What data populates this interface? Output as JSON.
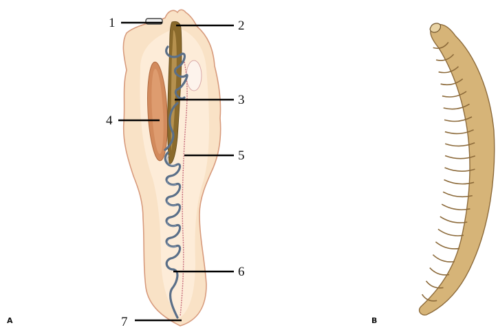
{
  "panels": {
    "a": "A",
    "b": "B"
  },
  "labels": [
    "1",
    "2",
    "3",
    "4",
    "5",
    "6",
    "7"
  ],
  "colors": {
    "body_fill": "#f9e2c6",
    "body_stroke": "#c9866a",
    "ovary": "#d28a5c",
    "gut": "#8a6a2c",
    "nerve": "#5a6f88",
    "uterus": "#c56b7a",
    "spiral_shell": "#d6b478",
    "spiral_shade": "#8c6a3a"
  }
}
